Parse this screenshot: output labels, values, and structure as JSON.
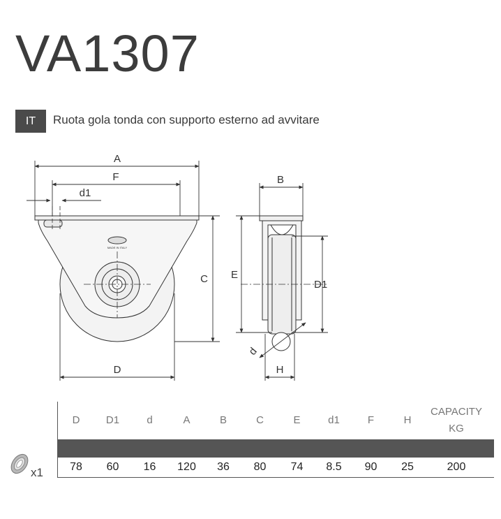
{
  "product": {
    "code": "VA1307",
    "lang": "IT",
    "description": "Ruota gola tonda con supporto esterno ad avvitare"
  },
  "drawing": {
    "labels": {
      "A": "A",
      "F": "F",
      "d1": "d1",
      "C": "C",
      "D": "D",
      "B": "B",
      "E": "E",
      "D1": "D1",
      "d": "d",
      "H": "H"
    },
    "logo_text": "MADE IN ITALY"
  },
  "table": {
    "headers": [
      "D",
      "D1",
      "d",
      "A",
      "B",
      "C",
      "E",
      "d1",
      "F",
      "H",
      "CAPACITY KG"
    ],
    "values": [
      "78",
      "60",
      "16",
      "120",
      "36",
      "80",
      "74",
      "8.5",
      "90",
      "25",
      "200"
    ],
    "band_color": "#555555"
  },
  "accessory": {
    "icon": "bearing-icon",
    "quantity": "x1"
  }
}
